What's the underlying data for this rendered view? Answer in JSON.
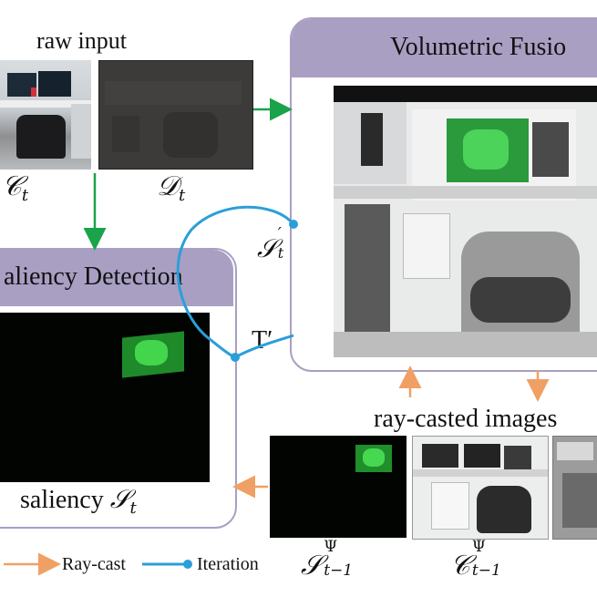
{
  "labels": {
    "raw_input": "raw input",
    "volumetric_fusion": "Volumetric Fusio",
    "saliency_detection": "aliency Detection",
    "saliency_caption": "saliency",
    "ray_casted_images": "ray-casted images",
    "legend_raycast": "Ray-cast",
    "legend_iteration": "Iteration",
    "transform_label": "T′"
  },
  "math": {
    "c_t": "𝒞",
    "c_t_sub": "t",
    "d_t": "𝒟",
    "d_t_sub": "t",
    "s_t_prime": "𝒮",
    "s_t_prime_sup": "′",
    "s_t_prime_sub": "t",
    "s_t": "𝒮",
    "s_t_sub": "t",
    "s_psi": "𝒮",
    "s_psi_sup": "Ψ",
    "s_psi_sub": "t−1",
    "c_psi": "𝒞",
    "c_psi_sup": "Ψ",
    "c_psi_sub": "t−1"
  },
  "colors": {
    "panel_purple": "#a99fc3",
    "arrow_green": "#1aa34a",
    "arrow_orange": "#f0a064",
    "iteration_blue": "#2a9fd8",
    "saliency_green": "#3ad14a"
  }
}
